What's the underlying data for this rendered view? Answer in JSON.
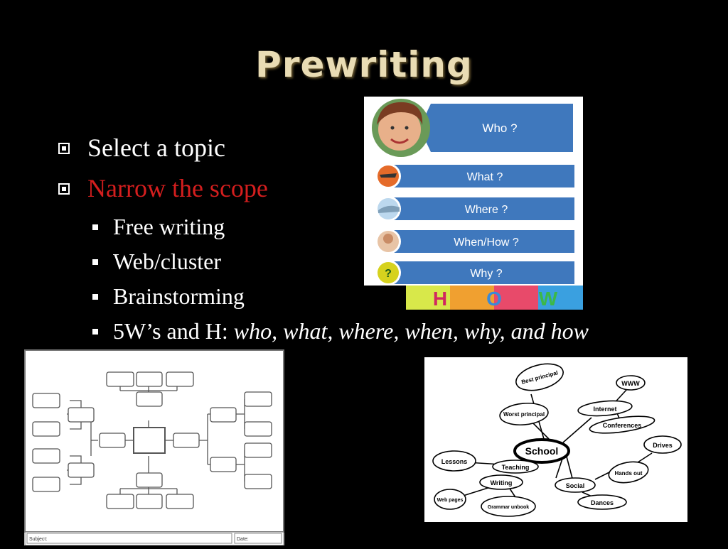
{
  "slide": {
    "title": "Prewriting",
    "bullets": [
      {
        "text": "Select a topic"
      },
      {
        "text": "Narrow the scope",
        "highlight_color": "#d41e1e"
      }
    ],
    "sub_bullets": [
      {
        "text": "Free writing"
      },
      {
        "text": "Web/cluster"
      },
      {
        "text": "Brainstorming"
      },
      {
        "prefix": "5W’s and H: ",
        "italic": "who, what, where, when, why, and how"
      }
    ]
  },
  "questions_graphic": {
    "labels": [
      "Who ?",
      "What ?",
      "Where ?",
      "When/How ?",
      "Why ?"
    ],
    "banner_color": "#3f78bd",
    "how_letters": [
      "H",
      "O",
      "W"
    ]
  },
  "cluster_template": {
    "subject_label": "Subject:",
    "date_label": "Date:"
  },
  "hand_web": {
    "center": "School",
    "nodes": [
      "Best principal",
      "Worst principal",
      "WWW",
      "Internet",
      "Conferences",
      "Drives",
      "Hands out",
      "Lessons",
      "Teaching",
      "Writing",
      "Web pages",
      "Grammar unbook",
      "Social",
      "Dances"
    ]
  }
}
